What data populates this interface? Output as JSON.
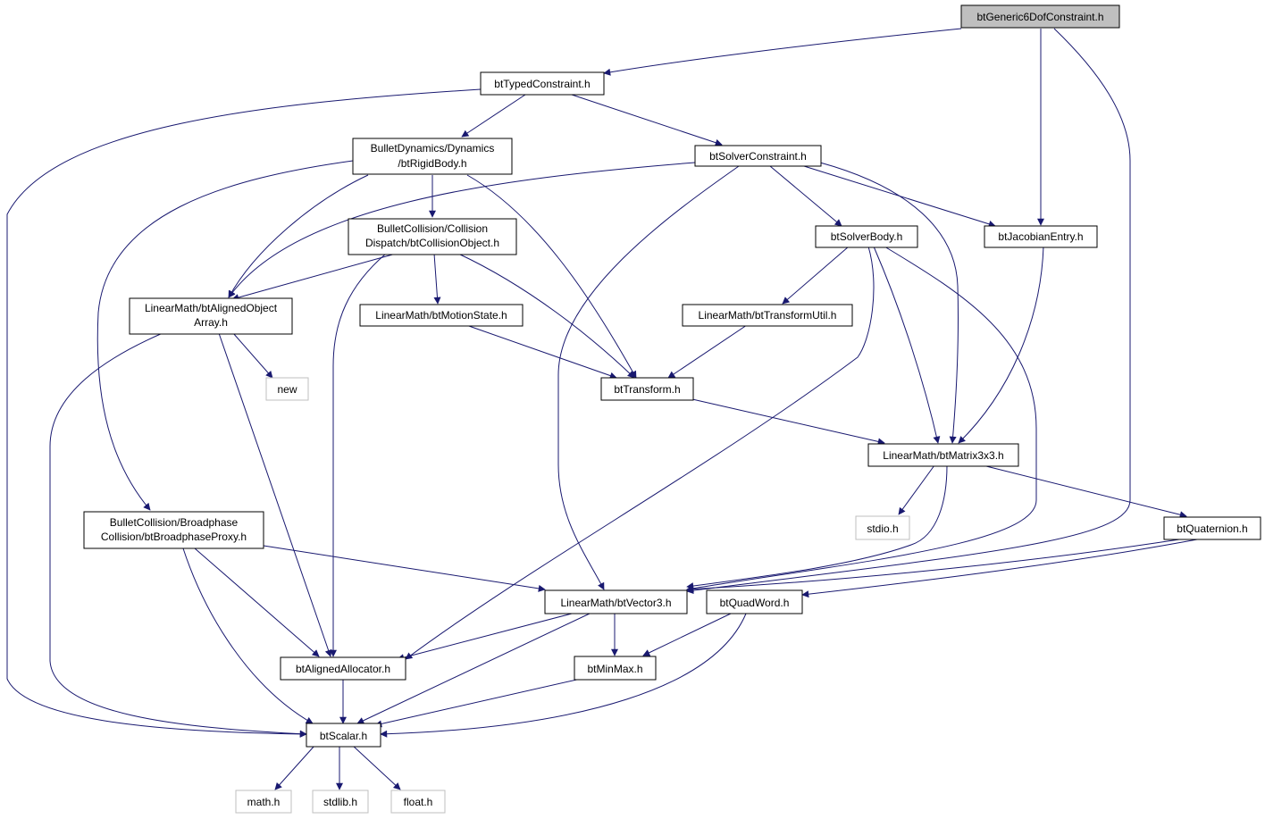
{
  "graph": {
    "edge_color": "#191970",
    "root_fill": "#bfbfbf",
    "system_header_border": "#bfbfbf",
    "nodes": {
      "root": "btGeneric6DofConstraint.h",
      "typed": "btTypedConstraint.h",
      "rigid": [
        "BulletDynamics/Dynamics",
        "/btRigidBody.h"
      ],
      "solverc": "btSolverConstraint.h",
      "colobj": [
        "BulletCollision/Collision",
        "Dispatch/btCollisionObject.h"
      ],
      "solverbody": "btSolverBody.h",
      "jacobian": "btJacobianEntry.h",
      "alignedarr": [
        "LinearMath/btAlignedObject",
        "Array.h"
      ],
      "motion": "LinearMath/btMotionState.h",
      "tutil": "LinearMath/btTransformUtil.h",
      "new": "new",
      "transform": "btTransform.h",
      "matrix": "LinearMath/btMatrix3x3.h",
      "stdio": "stdio.h",
      "proxy": [
        "BulletCollision/Broadphase",
        "Collision/btBroadphaseProxy.h"
      ],
      "quat": "btQuaternion.h",
      "vector": "LinearMath/btVector3.h",
      "quadword": "btQuadWord.h",
      "allocator": "btAlignedAllocator.h",
      "minmax": "btMinMax.h",
      "scalar": "btScalar.h",
      "math": "math.h",
      "stdlib": "stdlib.h",
      "float": "float.h"
    }
  }
}
